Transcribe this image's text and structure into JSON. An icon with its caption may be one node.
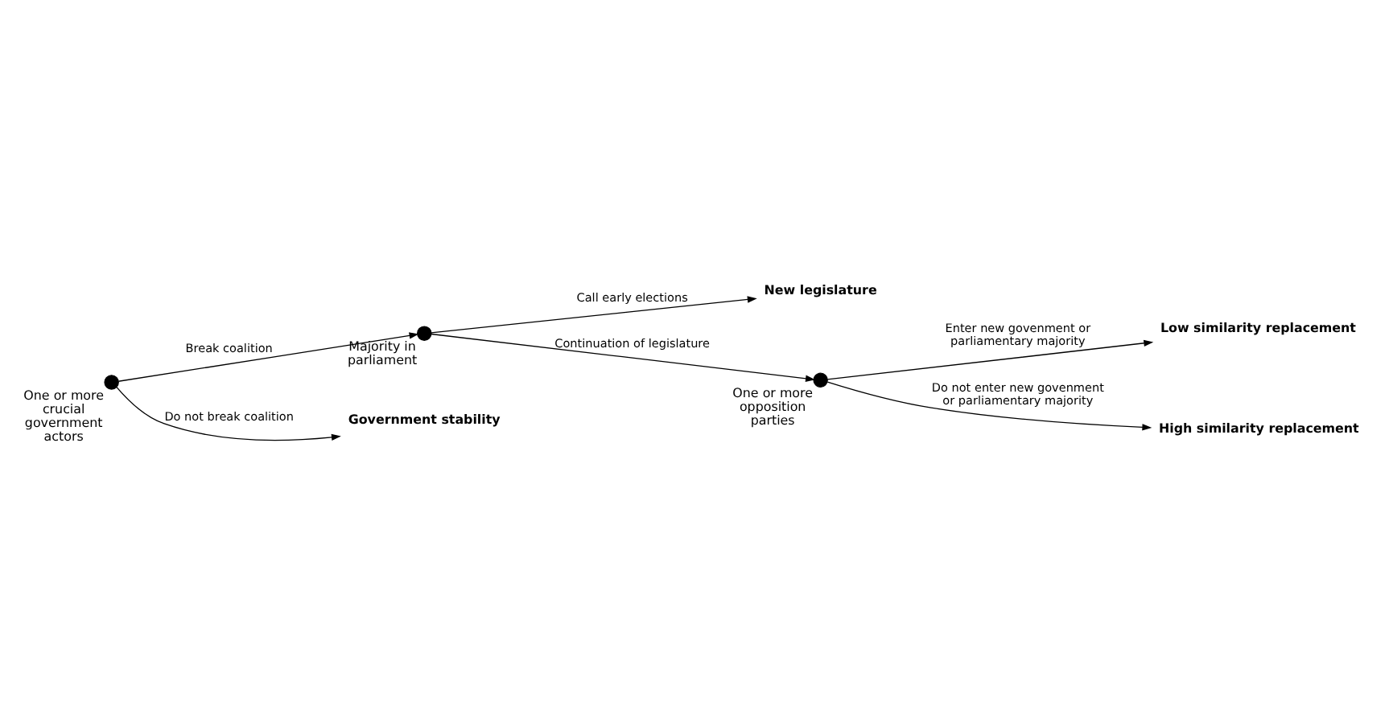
{
  "diagram": {
    "nodes": [
      {
        "text": [],
        "shape": "circle",
        "beside": [
          "One or more crucial government actors"
        ]
      },
      {
        "text": [],
        "shape": "circle",
        "beside": [
          "Majority in parliament"
        ]
      },
      {
        "text": [
          "New legislature"
        ]
      },
      {
        "text": [],
        "shape": "circle",
        "beside": [
          "One or more opposition parties"
        ]
      },
      {
        "text": [
          "Low similarity replacement"
        ]
      },
      {
        "text": [
          "High similarity replacement"
        ]
      },
      {
        "text": [
          "Government stability"
        ]
      }
    ],
    "edges": [
      {
        "from": 0,
        "to": 1,
        "arrow": "to",
        "label": "Break coalition"
      },
      {
        "from": 0,
        "to": 6,
        "arrow": "to",
        "label": "Do not break coalition"
      },
      {
        "from": 1,
        "to": 2,
        "arrow": "to",
        "label": "Call early elections"
      },
      {
        "from": 1,
        "to": 3,
        "arrow": "to",
        "label": "Continuation of legislature"
      },
      {
        "from": 3,
        "to": 4,
        "arrow": "to",
        "label": "Enter new govenment or parliamentary majority"
      },
      {
        "from": 3,
        "to": 5,
        "arrow": "to",
        "label": "Do not enter new govenment or parliamentary majority"
      }
    ]
  }
}
